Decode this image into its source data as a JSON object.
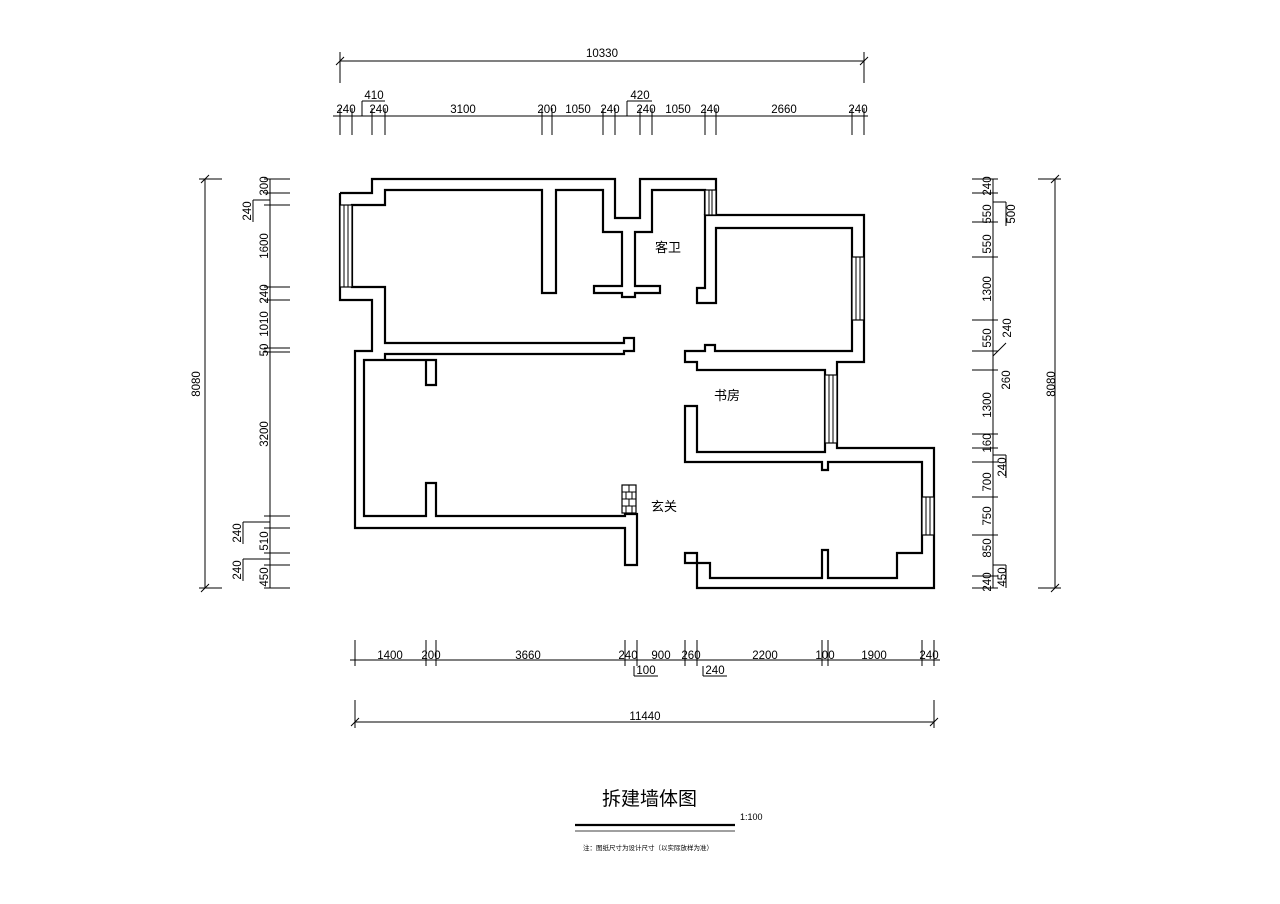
{
  "title": "拆建墙体图",
  "scale": "1:100",
  "note": "注：图纸尺寸为设计尺寸（以实际放样为准）",
  "rooms": [
    "客卫",
    "书房",
    "玄关"
  ],
  "dimensions": {
    "top_total": "10330",
    "top_segments": [
      "240",
      "240",
      "3100",
      "200",
      "1050",
      "240",
      "240",
      "1050",
      "240",
      "2660",
      "240"
    ],
    "top_upper": [
      "410",
      "420"
    ],
    "bottom_total": "11440",
    "bottom_segments": [
      "1400",
      "200",
      "3660",
      "240",
      "900",
      "260",
      "2200",
      "100",
      "1900",
      "240"
    ],
    "bottom_lower": [
      "100",
      "240"
    ],
    "left_total": "8080",
    "left_segments": [
      "300",
      "1600",
      "240",
      "1010",
      "50",
      "3200",
      "510",
      "450"
    ],
    "left_side": [
      "240",
      "240",
      "240"
    ],
    "right_total": "8080",
    "right_segments": [
      "240",
      "550",
      "550",
      "1300",
      "550",
      "260",
      "1300",
      "160",
      "700",
      "750",
      "850",
      "240"
    ],
    "right_side": [
      "500",
      "240",
      "240",
      "450"
    ]
  }
}
